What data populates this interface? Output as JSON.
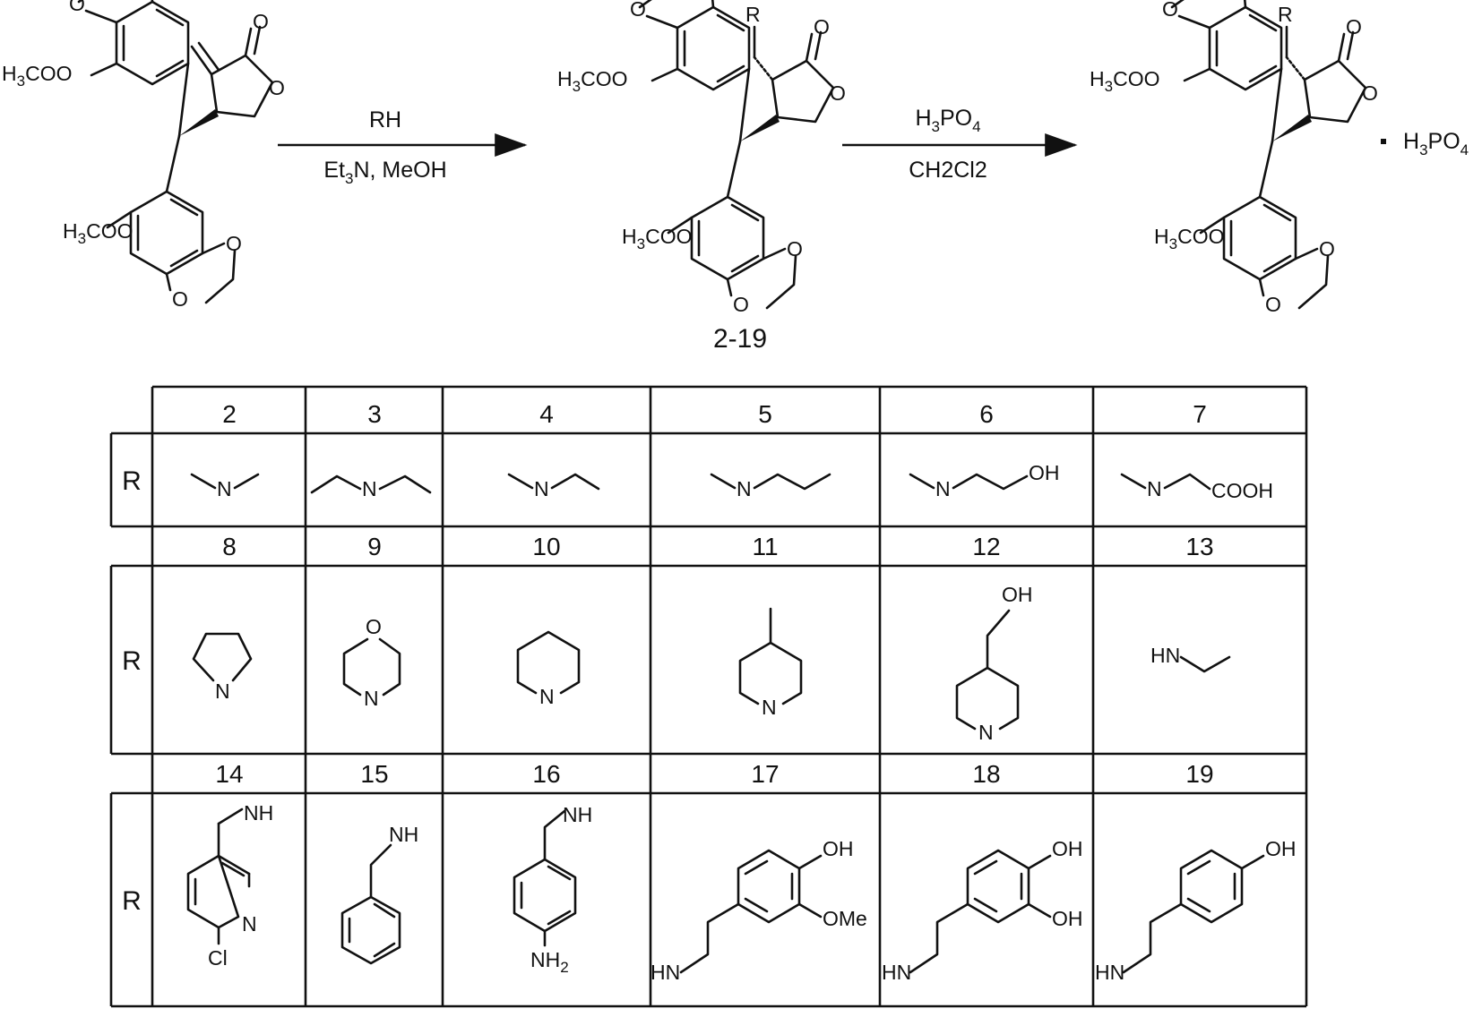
{
  "scheme": {
    "compound_label": "2-19",
    "step1": {
      "reagent": "RH",
      "conditions": [
        "Et",
        "3",
        "N,  MeOH"
      ]
    },
    "step2": {
      "reagent": [
        "H",
        "3",
        "PO",
        "4"
      ],
      "solvent": "CH2Cl2"
    },
    "salt": [
      "H",
      "3",
      "PO",
      "4"
    ],
    "substituent_symbol": "R",
    "labels": {
      "methoxy": [
        "H",
        "3",
        "CO"
      ],
      "oxygen": "O"
    }
  },
  "table": {
    "row_label": "R",
    "rows": [
      {
        "numbers": [
          "2",
          "3",
          "4",
          "5",
          "6",
          "7"
        ]
      },
      {
        "numbers": [
          "8",
          "9",
          "10",
          "11",
          "12",
          "13"
        ]
      },
      {
        "numbers": [
          "14",
          "15",
          "16",
          "17",
          "18",
          "19"
        ]
      }
    ],
    "atom_labels": {
      "N": "N",
      "O": "O",
      "OH": "OH",
      "COOH": "COOH",
      "HN": "HN",
      "NH": "NH",
      "Cl": "Cl",
      "OMe": "OMe",
      "NH2": [
        "NH",
        "2"
      ]
    }
  }
}
